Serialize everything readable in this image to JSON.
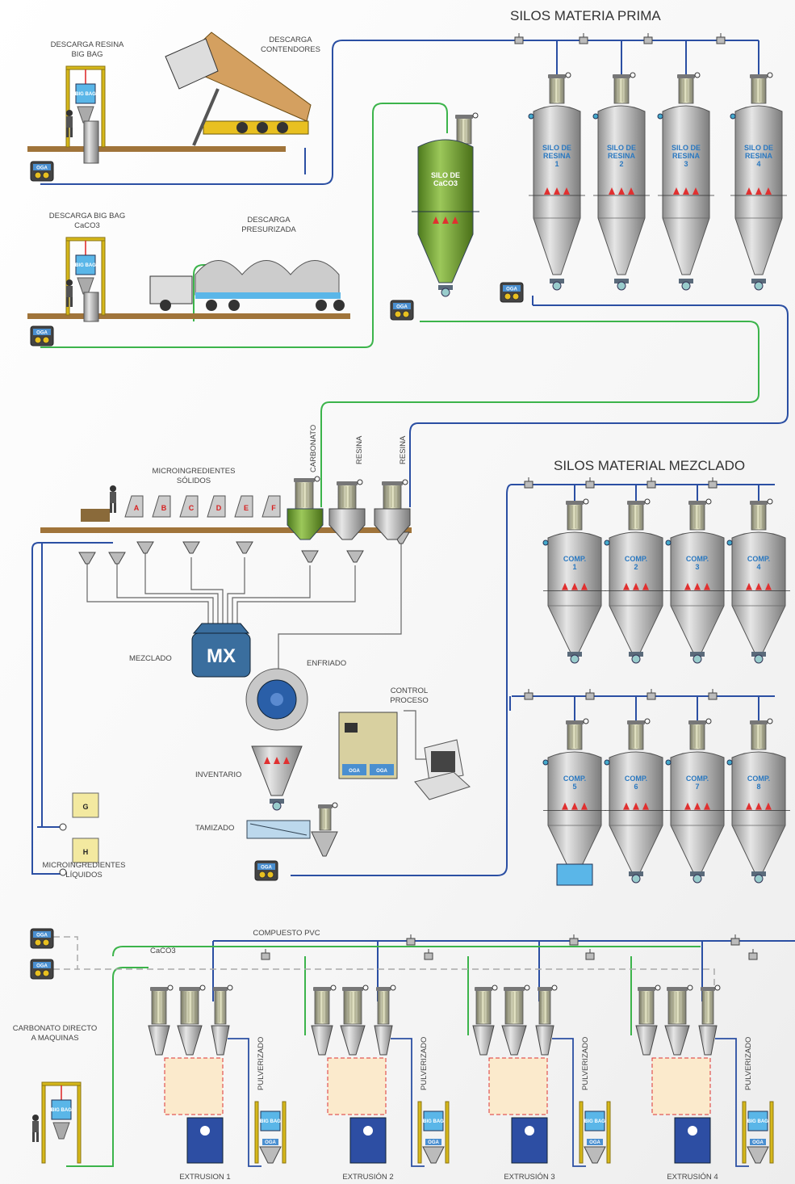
{
  "headings": {
    "silos_materia_prima": "SILOS MATERIA PRIMA",
    "silos_material_mezclado": "SILOS MATERIAL MEZCLADO"
  },
  "labels": {
    "descarga_resina_1": "DESCARGA  RESINA",
    "descarga_resina_2": "BIG BAG",
    "descarga_contenedores_1": "DESCARGA",
    "descarga_contenedores_2": "CONTENDORES",
    "descarga_caco3_1": "DESCARGA BIG BAG",
    "descarga_caco3_2": "CaCO3",
    "descarga_presurizada_1": "DESCARGA",
    "descarga_presurizada_2": "PRESURIZADA",
    "micro_solidos_1": "MICROINGREDIENTES",
    "micro_solidos_2": "SÓLIDOS",
    "carbonato": "CARBONATO",
    "resina": "RESINA",
    "mezclado": "MEZCLADO",
    "enfriado": "ENFRIADO",
    "control_1": "CONTROL",
    "control_2": "PROCESO",
    "inventario": "INVENTARIO",
    "tamizado": "TAMIZADO",
    "micro_liquidos_1": "MICROINGREDIENTES",
    "micro_liquidos_2": "LÍQUIDOS",
    "compuesto_pvc": "COMPUESTO PVC",
    "caco3_line": "CaCO3",
    "carbonato_directo_1": "CARBONATO DIRECTO",
    "carbonato_directo_2": "A MAQUINAS",
    "pulverizado": "PULVERIZADO",
    "mx": "MX",
    "oga": "OGA",
    "big_bag": "BIG BAG"
  },
  "silo_caco3": [
    "SILO DE",
    "CaCO3"
  ],
  "resin_silos": [
    [
      "SILO DE",
      "RESINA",
      "1"
    ],
    [
      "SILO DE",
      "RESINA",
      "2"
    ],
    [
      "SILO DE",
      "RESINA",
      "3"
    ],
    [
      "SILO DE",
      "RESINA",
      "4"
    ]
  ],
  "comp_silos": [
    [
      "COMP.",
      "1"
    ],
    [
      "COMP.",
      "2"
    ],
    [
      "COMP.",
      "3"
    ],
    [
      "COMP.",
      "4"
    ],
    [
      "COMP.",
      "5"
    ],
    [
      "COMP.",
      "6"
    ],
    [
      "COMP.",
      "7"
    ],
    [
      "COMP.",
      "8"
    ]
  ],
  "micro_letters": [
    "A",
    "B",
    "C",
    "D",
    "E",
    "F"
  ],
  "liquid_tanks": [
    "G",
    "H"
  ],
  "extrusions": [
    "EXTRUSION 1",
    "EXTRUSIÓN 2",
    "EXTRUSIÓN 3",
    "EXTRUSIÓN 4"
  ],
  "colors": {
    "blue_line": "#2b4fa3",
    "green_line": "#3cb44b",
    "silo_body": "#c8c8c8",
    "caco3_silo": "#6a9a2a",
    "mixer": "#3a6e9e",
    "extruder": "#2d4ea3",
    "alarm": "#e03030",
    "floor": "#a0743a"
  }
}
